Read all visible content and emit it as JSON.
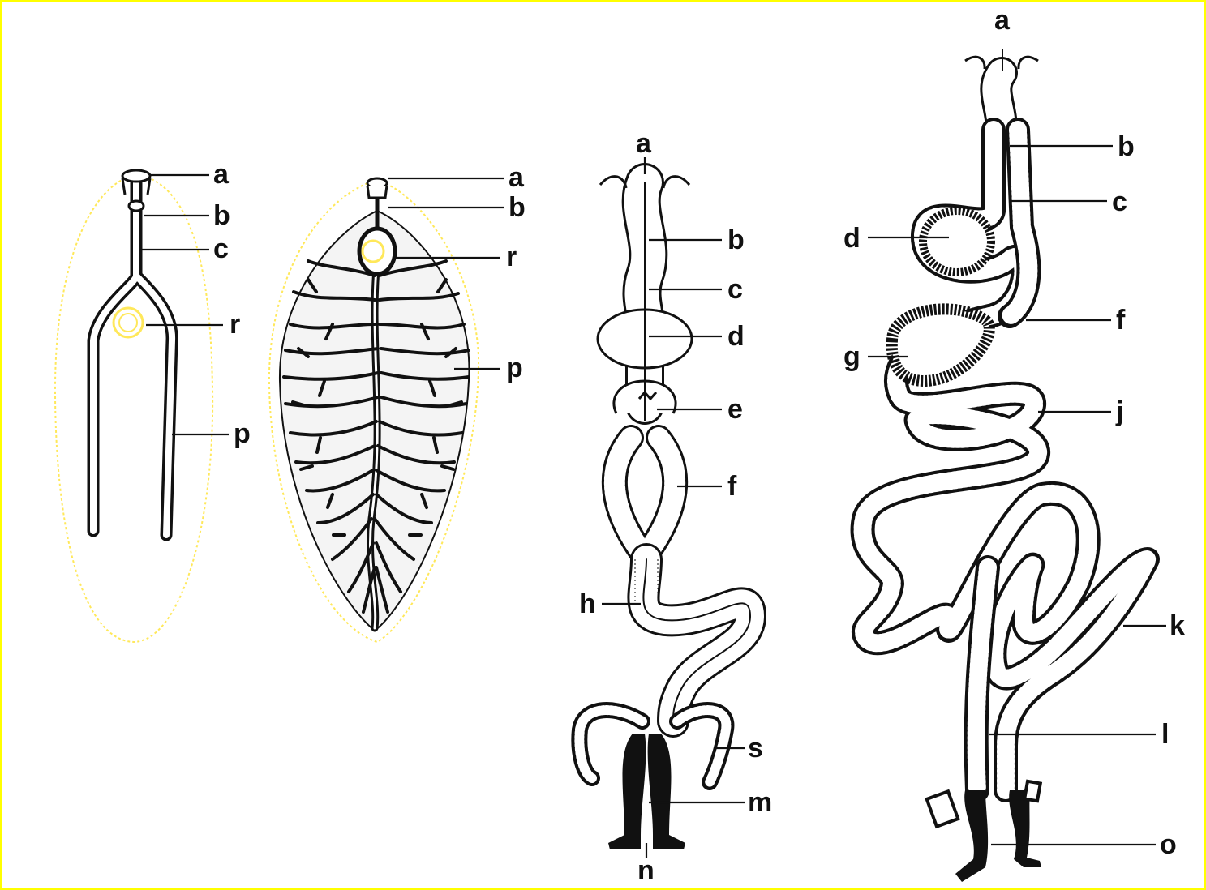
{
  "frame_color": "#ffff00",
  "ink_color": "#111111",
  "halo_color": "#ffe85a",
  "panels": [
    {
      "id": "1",
      "labels": [
        "a",
        "b",
        "c",
        "r",
        "p"
      ]
    },
    {
      "id": "2",
      "labels": [
        "a",
        "b",
        "r",
        "p"
      ]
    },
    {
      "id": "3",
      "labels": [
        "a",
        "b",
        "c",
        "d",
        "e",
        "f",
        "h",
        "s",
        "m",
        "n"
      ]
    },
    {
      "id": "4",
      "labels": [
        "a",
        "b",
        "c",
        "d",
        "f",
        "g",
        "j",
        "k",
        "l",
        "o"
      ]
    }
  ]
}
